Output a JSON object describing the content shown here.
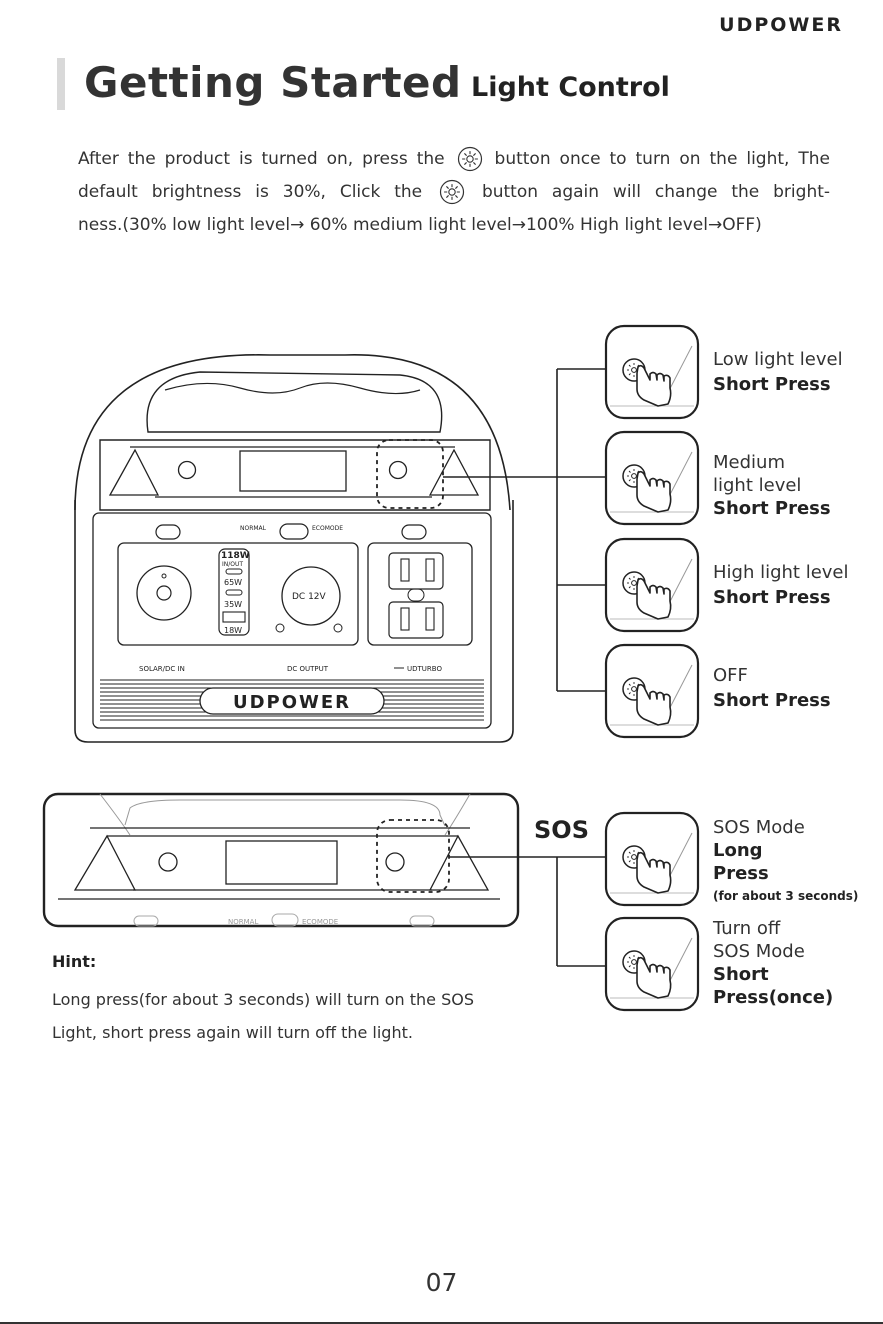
{
  "brand": "UDPOWER",
  "title": "Getting Started",
  "subtitle": "Light Control",
  "intro": {
    "line1_a": "After the product is turned on, press the",
    "line1_b": "button once to turn on the light, The",
    "line2_a": "default brightness is 30%, Click the",
    "line2_b": "button again will change the bright-",
    "line3": "ness.(30% low light level→ 60% medium light level→100% High light level→OFF)"
  },
  "device": {
    "brand_plate": "UDPOWER",
    "normal": "NORMAL",
    "ecomode": "ECOMODE",
    "usb_118": "118W",
    "usb_inout": "IN/OUT",
    "usb_65": "65W",
    "usb_35": "35W",
    "usb_18": "18W",
    "dc12": "DC 12V",
    "solar": "SOLAR/DC IN",
    "dc_output": "DC OUTPUT",
    "udturbo": "UDTURBO"
  },
  "steps": [
    {
      "line1": "Low light level",
      "line2": "",
      "action": "Short Press"
    },
    {
      "line1": "Medium",
      "line2": "light level",
      "action": "Short Press"
    },
    {
      "line1": "High light level",
      "line2": "",
      "action": "Short Press"
    },
    {
      "line1": "OFF",
      "line2": "",
      "action": "Short Press"
    }
  ],
  "sos": {
    "label": "SOS",
    "on": {
      "line1": "SOS Mode",
      "action1": "Long",
      "action2": "Press",
      "note": "(for about 3 seconds)"
    },
    "off": {
      "line1": "Turn off",
      "line2": "SOS Mode",
      "action1": "Short",
      "action2": "Press(once)"
    }
  },
  "hint": {
    "title": "Hint:",
    "line1": "Long press(for about 3 seconds) will turn on the SOS",
    "line2": "Light, short press again will turn off the light."
  },
  "page_number": "07",
  "icons": [
    "light-button-icon",
    "hand-press-icon"
  ]
}
